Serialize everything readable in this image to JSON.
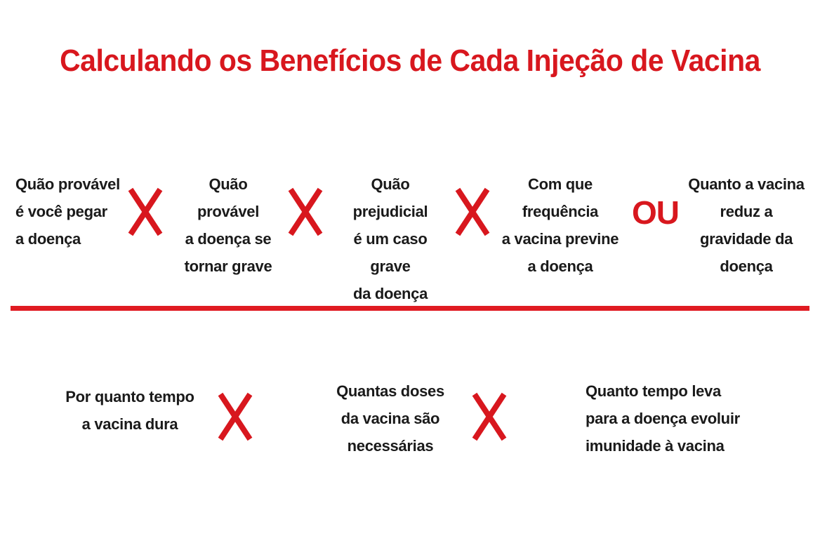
{
  "colors": {
    "accent": "#d8171e",
    "text": "#1a1a1a",
    "background": "#ffffff"
  },
  "title": "Calculando os Benefícios de Cada Injeção de Vacina",
  "row1": {
    "terms": [
      "Quão provável\né você pegar\na doença",
      "Quão provável\na doença se\ntornar grave",
      "Quão prejudicial\né um caso grave\nda doença",
      "Com que frequência\na vacina previne\na doença",
      "Quanto a vacina\nreduz a\ngravidade da doença"
    ],
    "operators": [
      "x-icon",
      "x-icon",
      "x-icon",
      "OU"
    ]
  },
  "row2": {
    "terms": [
      "Por quanto tempo\na vacina dura",
      "Quantas doses\nda vacina são\nnecessárias",
      "Quanto tempo leva\npara a doença evoluir\nimunidade à vacina"
    ],
    "operators": [
      "x-icon",
      "x-icon"
    ]
  },
  "or_label": "OU"
}
